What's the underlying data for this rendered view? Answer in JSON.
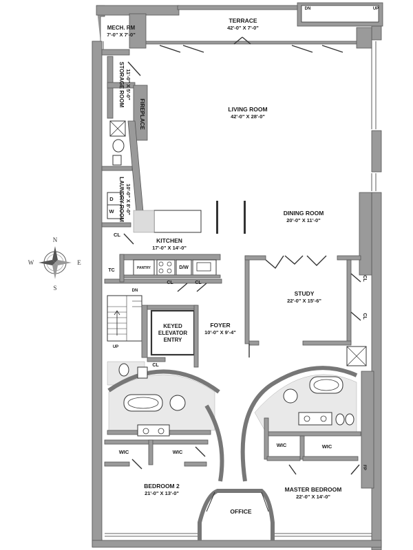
{
  "rooms": {
    "terrace": {
      "name": "TERRACE",
      "dim": "42'-0\" X 7'-0\""
    },
    "mech": {
      "name": "MECH. RM",
      "dim": "7'-0\" X 7'-0\""
    },
    "storage": {
      "name": "STORAGE ROOM",
      "dim": "11'-0\" X 5'-0\""
    },
    "fireplace": {
      "name": "FIREPLACE"
    },
    "living": {
      "name": "LIVING ROOM",
      "dim": "42'-0\" X 28'-0\""
    },
    "laundry": {
      "name": "LAUNDRY ROOM",
      "dim": "10'-0\" X 8'-0\""
    },
    "dining": {
      "name": "DINING ROOM",
      "dim": "20'-0\" X 11'-0\""
    },
    "kitchen": {
      "name": "KITCHEN",
      "dim": "17'-0\" X 14'-0\""
    },
    "study": {
      "name": "STUDY",
      "dim": "22'-0\" X 15'-6\""
    },
    "foyer": {
      "name": "FOYER",
      "dim": "10'-0\" X 9'-4\""
    },
    "elevator": {
      "line1": "KEYED",
      "line2": "ELEVATOR",
      "line3": "ENTRY"
    },
    "bedroom2": {
      "name": "BEDROOM 2",
      "dim": "21'-0\" X 13'-0\""
    },
    "master": {
      "name": "MASTER BEDROOM",
      "dim": "22'-0\" X 14'-0\""
    },
    "office": {
      "name": "OFFICE"
    }
  },
  "small_labels": {
    "dn_top": "DN",
    "up_top": "UP",
    "d": "D",
    "w": "W",
    "cl_laundry": "CL",
    "tc": "TC",
    "pantry": "PANTRY",
    "dw": "D/W",
    "cl_k1": "CL",
    "cl_k2": "CL",
    "dn_stair": "DN",
    "up_stair": "UP",
    "cl_foyer": "CL",
    "cl_study1": "CL",
    "cl_study2": "CL",
    "wic1": "WIC",
    "wic2": "WIC",
    "wic3": "WIC",
    "wic4": "WIC",
    "fp": "FP"
  },
  "compass": {
    "n": "N",
    "s": "S",
    "e": "E",
    "w": "W"
  }
}
